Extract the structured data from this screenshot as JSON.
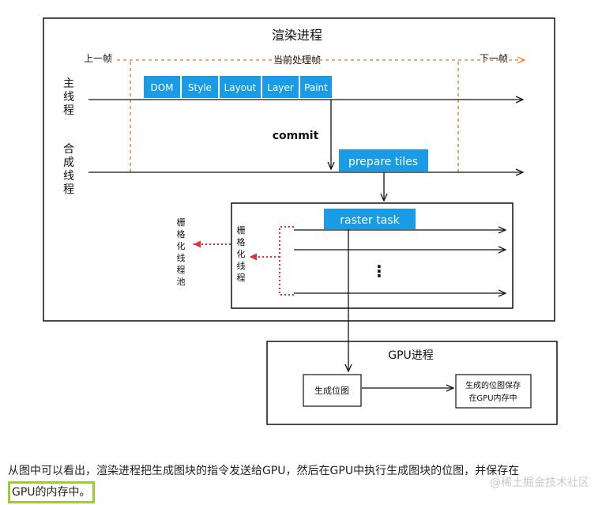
{
  "diagram": {
    "render_box_title": "渲染进程",
    "prev_frame": "上一帧",
    "current_frame": "当前处理帧",
    "next_frame": "下一帧",
    "main_thread_label": [
      "主",
      "线",
      "程"
    ],
    "compositor_thread_label": [
      "合",
      "成",
      "线",
      "程"
    ],
    "pipeline_steps": [
      "DOM",
      "Style",
      "Layout",
      "Layer",
      "Paint"
    ],
    "commit_label": "commit",
    "prepare_tiles_label": "prepare tiles",
    "raster_task_label": "raster task",
    "raster_thread_label": [
      "栅",
      "格",
      "化",
      "线",
      "程"
    ],
    "raster_pool_label": [
      "栅",
      "格",
      "化",
      "线",
      "程",
      "池"
    ],
    "ellipsis": "⋮",
    "gpu_box_title": "GPU进程",
    "generate_bitmap_label": "生成位图",
    "store_bitmap_label_line1": "生成的位图保存",
    "store_bitmap_label_line2": "在GPU内存中",
    "colors": {
      "step_box_fill": "#1a9be6",
      "orange_dash": "#f0883a",
      "red_dot": "#e03030",
      "stroke": "#111111"
    }
  },
  "caption": {
    "text_main": "从图中可以看出，渲染进程把生成图块的指令发送给GPU，然后在GPU中执行生成图块的位图，并保存在",
    "text_highlight": "GPU的内存中。"
  },
  "watermark": "@稀土掘金技术社区"
}
